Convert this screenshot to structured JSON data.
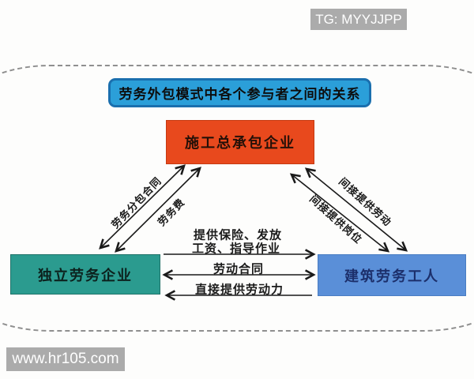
{
  "page": {
    "background": "#fdfdfc",
    "border_style": "gray dashed rounded boundary"
  },
  "watermarks": {
    "top_right": "TG: MYYJJPP",
    "bottom_left": "www.hr105.com",
    "color": "#ababab"
  },
  "diagram": {
    "title": "劳务外包模式中各个参与者之间的关系",
    "title_colors": {
      "fill": "#2b9fd9",
      "border": "#1a6fae",
      "text": "#0d0d0d"
    },
    "nodes": [
      {
        "id": "general-contractor",
        "label": "施工总承包企业",
        "fill": "#e8491d",
        "text_color": "#241008"
      },
      {
        "id": "independent-labor-company",
        "label": "独立劳务企业",
        "fill": "#2b9b8f",
        "text_color": "#0c211d"
      },
      {
        "id": "construction-workers",
        "label": "建筑劳务工人",
        "fill": "#5a8fd8",
        "text_color": "#1c2f6b"
      }
    ],
    "edges": [
      {
        "label": "劳务分包合同",
        "between": "独立劳务企业 与 施工总承包企业",
        "arrows": "both",
        "orientation": "diagonal-left"
      },
      {
        "label": "劳务费",
        "between": "独立劳务企业 与 施工总承包企业",
        "arrows": "both",
        "orientation": "diagonal-left"
      },
      {
        "label": "间接提供劳动",
        "between": "施工总承包企业 与 建筑劳务工人",
        "arrows": "both",
        "orientation": "diagonal-right"
      },
      {
        "label": "间接提供岗位",
        "between": "施工总承包企业 与 建筑劳务工人",
        "arrows": "both",
        "orientation": "diagonal-right"
      },
      {
        "label_lines": [
          "提供保险、发放",
          "工资、指导作业"
        ],
        "between": "独立劳务企业 → 建筑劳务工人",
        "arrows": "right",
        "orientation": "horizontal"
      },
      {
        "label": "劳动合同",
        "between": "独立劳务企业 与 建筑劳务工人",
        "arrows": "both",
        "orientation": "horizontal"
      },
      {
        "label": "直接提供劳动力",
        "between": "建筑劳务工人 → 独立劳务企业",
        "arrows": "left",
        "orientation": "horizontal"
      }
    ],
    "arrow_color": "#1a1a1a"
  }
}
